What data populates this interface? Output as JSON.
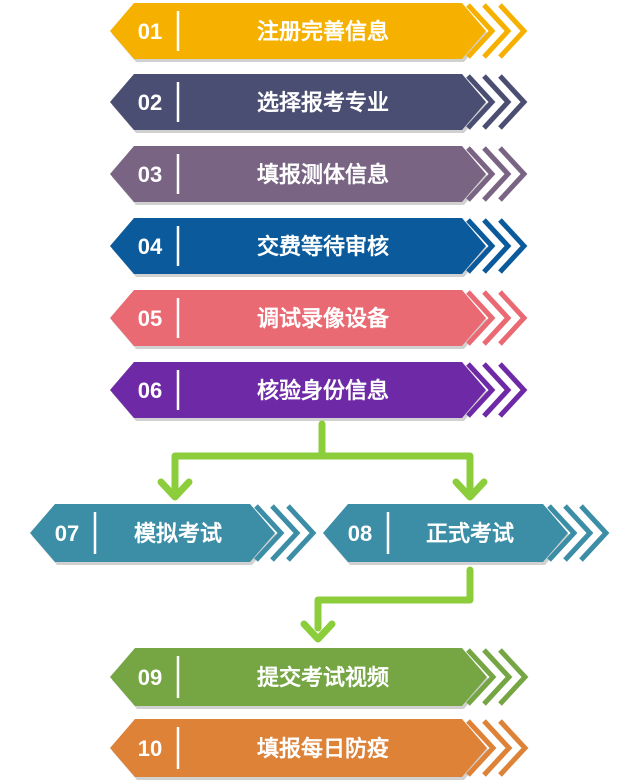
{
  "steps": [
    {
      "num": "01",
      "label": "注册完善信息",
      "color": "#f6b100"
    },
    {
      "num": "02",
      "label": "选择报考专业",
      "color": "#4a4e72"
    },
    {
      "num": "03",
      "label": "填报测体信息",
      "color": "#7a6484"
    },
    {
      "num": "04",
      "label": "交费等待审核",
      "color": "#0a5a9c"
    },
    {
      "num": "05",
      "label": "调试录像设备",
      "color": "#e96a72"
    },
    {
      "num": "06",
      "label": "核验身份信息",
      "color": "#6e2aa6"
    },
    {
      "num": "07",
      "label": "模拟考试",
      "color": "#3c8ea6"
    },
    {
      "num": "08",
      "label": "正式考试",
      "color": "#3c8ea6"
    },
    {
      "num": "09",
      "label": "提交考试视频",
      "color": "#76a644"
    },
    {
      "num": "10",
      "label": "填报每日防疫",
      "color": "#de8238"
    }
  ],
  "connector_color": "#8ccd3c"
}
